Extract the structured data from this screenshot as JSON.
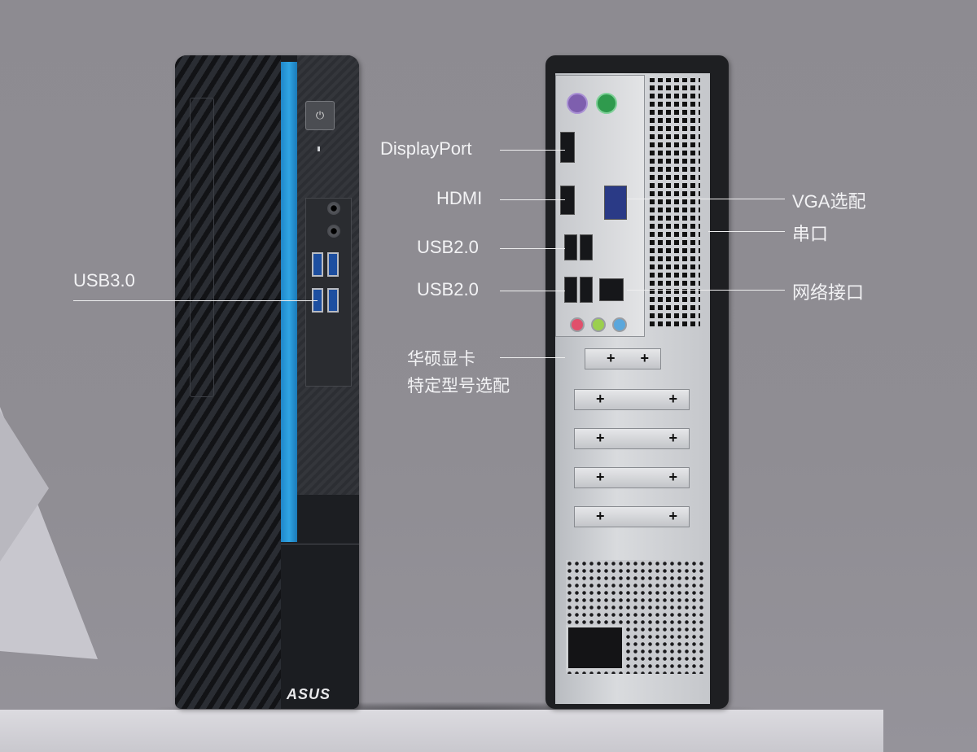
{
  "front_labels": {
    "usb30": "USB3.0"
  },
  "rear_labels_left": {
    "displayport": "DisplayPort",
    "hdmi": "HDMI",
    "usb20_top": "USB2.0",
    "usb20_bottom": "USB2.0",
    "gpu_line1": "华硕显卡",
    "gpu_line2": "特定型号选配"
  },
  "rear_labels_right": {
    "vga": "VGA选配",
    "serial": "串口",
    "lan": "网络接口"
  },
  "brand_logo": "ASUS",
  "colors": {
    "accent_blue": "#2f9ee0",
    "case_black": "#1c1e22",
    "background": "#8f8d93"
  }
}
